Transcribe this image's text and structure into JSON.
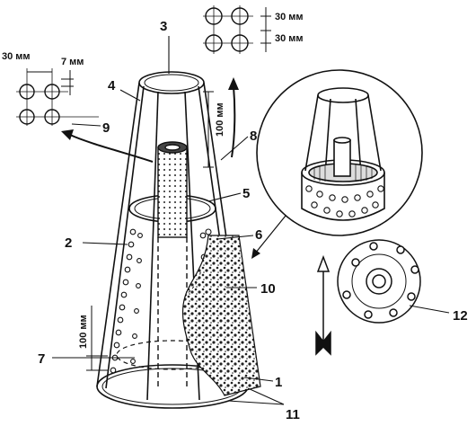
{
  "callouts": {
    "n1": "1",
    "n2": "2",
    "n3": "3",
    "n4": "4",
    "n5": "5",
    "n6": "6",
    "n7": "7",
    "n8": "8",
    "n9": "9",
    "n10": "10",
    "n11": "11",
    "n12": "12"
  },
  "dimensions": {
    "hole_grid_spacing_h": "30 мм",
    "hole_grid_spacing_v": "30 мм",
    "left_grid_spacing": "30 мм",
    "left_grid_offset": "7 мм",
    "inner_tube_gap": "100 мм",
    "bottom_gap": "100 мм"
  }
}
